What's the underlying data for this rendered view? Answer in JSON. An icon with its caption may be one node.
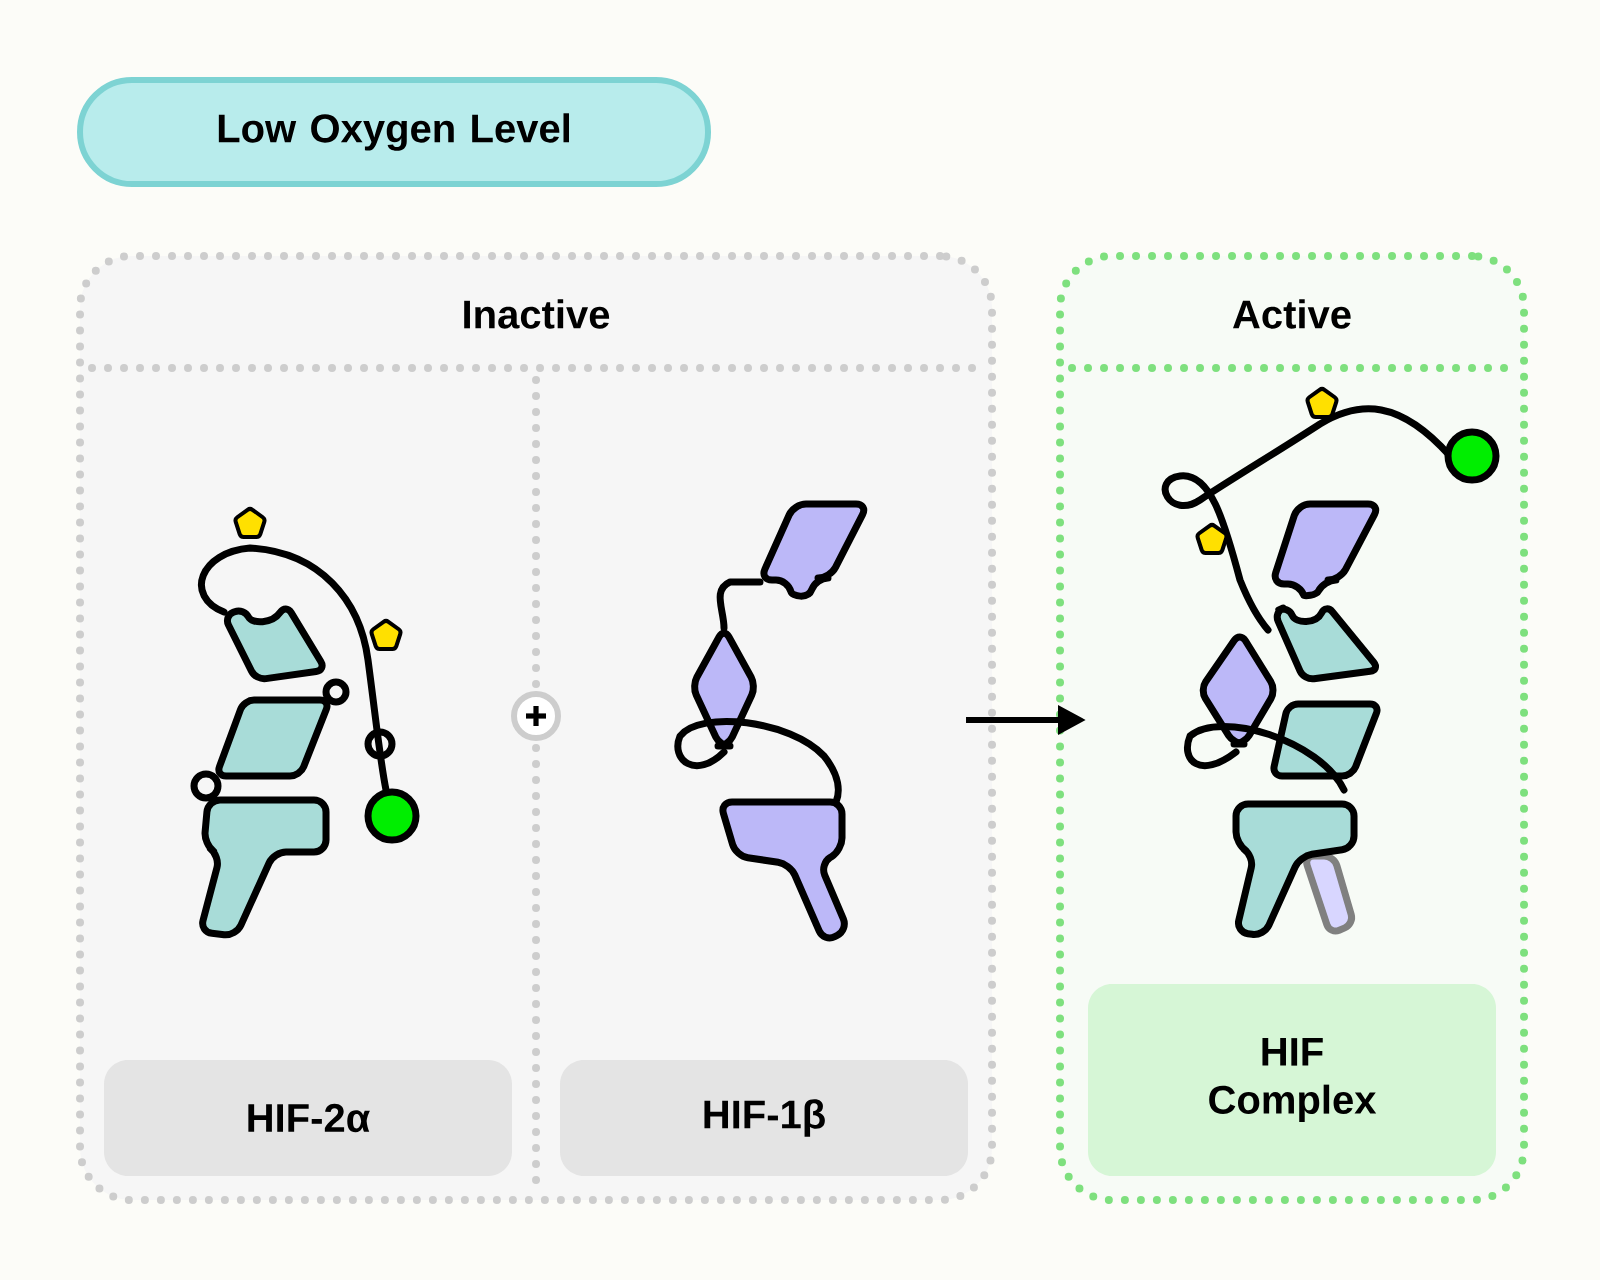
{
  "diagram": {
    "nodes": [
      {
        "text": [
          "Low Oxygen Level"
        ]
      },
      {
        "text": [
          "Inactive"
        ]
      },
      {
        "text": [
          "HIF-2α"
        ],
        "in": 1
      },
      {
        "text": [
          "HIF-1β"
        ],
        "in": 1
      },
      {
        "text": [
          "Active"
        ]
      },
      {
        "text": [
          "HIF Complex"
        ],
        "in": 4
      }
    ],
    "edges": [
      {
        "from": 1,
        "to": 4,
        "arrow": "to"
      }
    ]
  }
}
